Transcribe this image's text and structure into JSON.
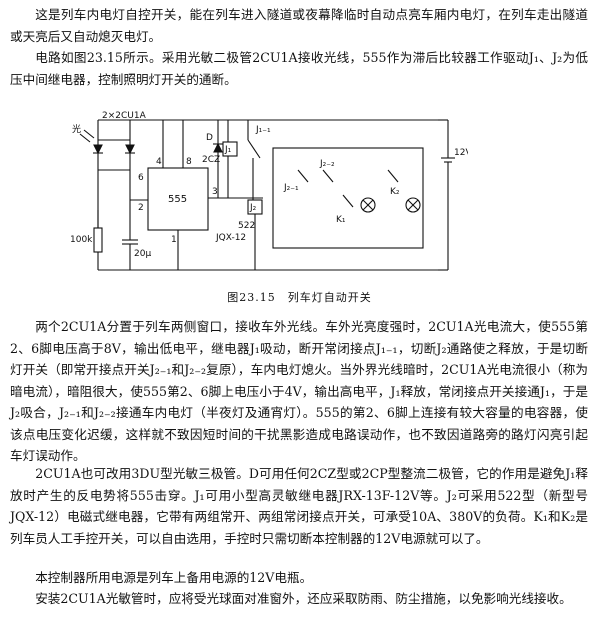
{
  "paragraphs": {
    "p1": "这是列车内电灯自控开关，能在列车进入隧道或夜幕降临时自动点亮车厢内电灯，在列车走出隧道或天亮后又自动熄灭电灯。",
    "p2": "电路如图23.15所示。采用光敏二极管2CU1A接收光线，555作为滞后比较器工作驱动J₁、J₂为低压中间继电器，控制照明灯开关的通断。",
    "p3": "两个2CU1A分置于列车两侧窗口，接收车外光线。车外光亮度强时，2CU1A光电流大，使555第2、6脚电压高于8V，输出低电平，继电器J₁吸动，断开常闭接点J₁₋₁，切断J₂通路使之释放，于是切断灯开关（即常开接点开关J₂₋₁和J₂₋₂复原），车内电灯熄火。当外界光线暗时，2CU1A光电流很小（称为暗电流），暗阻很大，使555第2、6脚上电压小于4V，输出高电平，J₁释放，常闭接点开关接通J₁，于是J₂吸合，J₂₋₁和J₂₋₂接通车内电灯（半夜灯及通宵灯）。555的第2、6脚上连接有较大容量的电容器，使该点电压变化迟缓，这样就不致因短时间的干扰黑影造成电路误动作，也不致因道路旁的路灯闪亮引起车灯误动作。",
    "p4": "2CU1A也可改用3DU型光敏三极管。D可用任何2CZ型或2CP型整流二极管，它的作用是避免J₁释放时产生的反电势将555击穿。J₁可用小型高灵敏继电器JRX-13F-12V等。J₂可采用522型（新型号JQX-12）电磁式继电器，它带有两组常开、两组常闭接点开关，可承受10A、380V的负荷。K₁和K₂是列车员人工手控开关，可以自由选用，手控时只需切断本控制器的12V电源就可以了。",
    "p5": "本控制器所用电源是列车上备用电源的12V电瓶。",
    "p6": "安装2CU1A光敏管时，应将受光球面对准窗外，还应采取防雨、防尘措施，以免影响光线接收。"
  },
  "figure": {
    "caption": "图23.15　列车灯自动开关",
    "labels": {
      "light": "光",
      "photodiodes": "2×2CU1A",
      "ic": "555",
      "pin4": "4",
      "pin8": "8",
      "pin6": "6",
      "pin2": "2",
      "pin3": "3",
      "pin1": "1",
      "diode": "D",
      "diode_type": "2CZ",
      "relay1": "J₁",
      "contact_j11": "J₁₋₁",
      "relay2": "J₂",
      "contact_j22": "J₂₋₂",
      "contact_j21": "J₂₋₁",
      "relay2_type": "522",
      "relay2_model": "JQX-12",
      "resistor": "100k",
      "capacitor": "20μ",
      "switch_k1": "K₁",
      "switch_k2": "K₂",
      "supply": "12V"
    }
  }
}
